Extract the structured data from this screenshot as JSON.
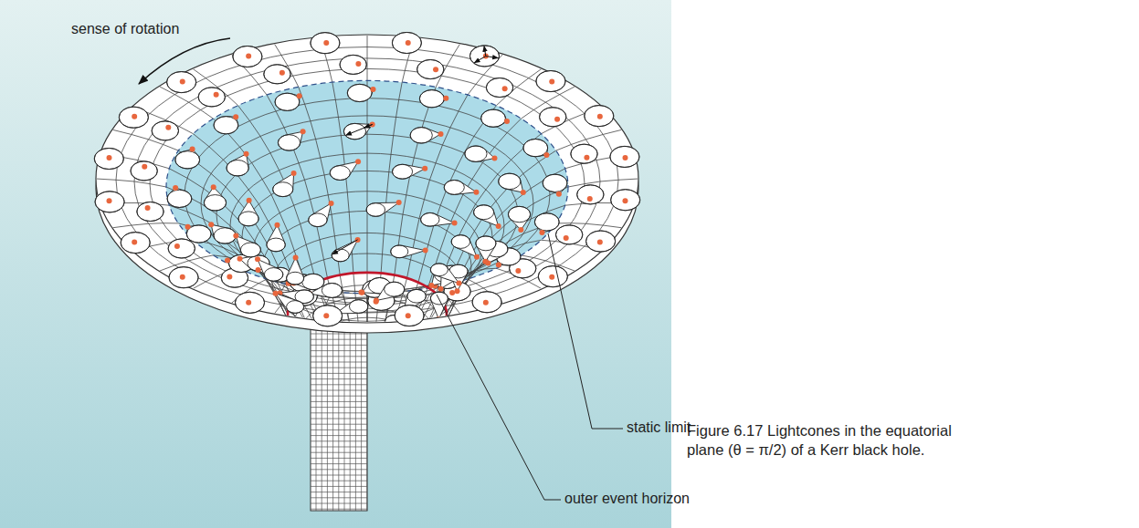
{
  "diagram": {
    "caption": "Figure 6.17 Lightcones in the equatorial plane (θ = π/2) of a Kerr black hole.",
    "labels": [
      "sense of rotation",
      "static limit",
      "outer event horizon"
    ]
  }
}
